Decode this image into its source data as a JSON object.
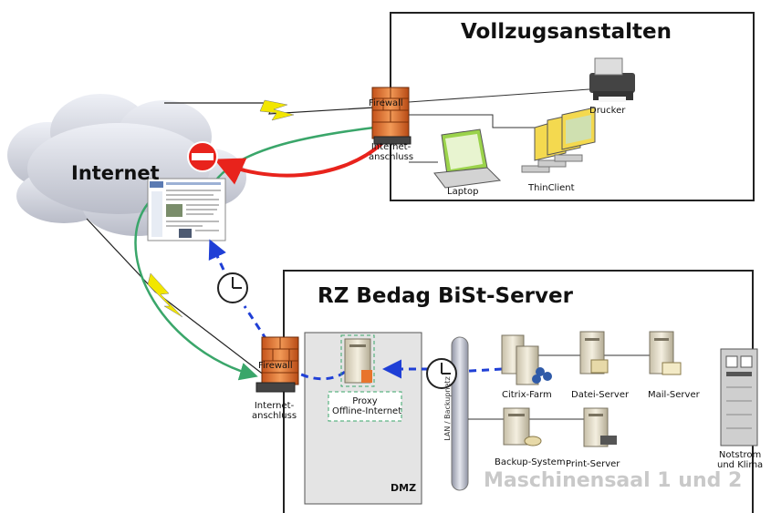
{
  "zones": {
    "prison": {
      "title": "Vollzugsanstalten"
    },
    "datacenter": {
      "title": "RZ Bedag BiSt-Server",
      "hall_label": "Maschinensaal 1 und 2"
    },
    "dmz": {
      "label": "DMZ"
    }
  },
  "cloud": {
    "label": "Internet"
  },
  "devices": {
    "firewall_top": "Firewall",
    "internet_access_top": "Internet-\nanschluss",
    "printer": "Drucker",
    "laptop": "Laptop",
    "thinclient": "ThinClient",
    "firewall_bottom": "Firewall",
    "internet_access_bottom": "Internet-\nanschluss",
    "proxy": "Proxy\nOffline-Internet",
    "lan_backbone": "LAN / Backupnetz",
    "citrix": "Citrix-Farm",
    "file_server": "Datei-Server",
    "mail_server": "Mail-Server",
    "backup": "Backup-System",
    "print_server": "Print-Server",
    "power": "Notstrom\nund Klima"
  },
  "colors": {
    "blocked_path": "#e8231c",
    "allowed_path": "#3aa66a",
    "offline_path": "#1f3fd6",
    "lightning": "#f2e600",
    "firewall": "#e8742c"
  }
}
